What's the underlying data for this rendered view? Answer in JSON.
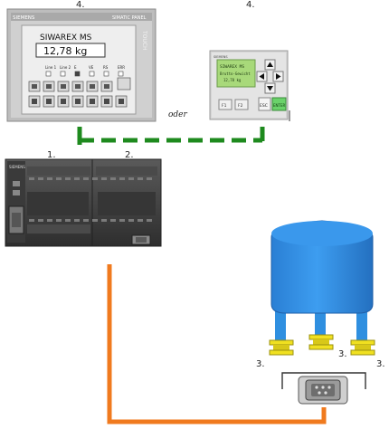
{
  "labels": {
    "panel_num": "4.",
    "text_display_num": "4.",
    "cpu_num": "1.",
    "module_num": "2.",
    "loadcell_left_num": "3.",
    "loadcell_mid_num": "3.",
    "loadcell_right_num": "3.",
    "or_label": "oder"
  },
  "touch_panel": {
    "brand": "SIEMENS",
    "model": "SIMATIC PANEL",
    "side_text": "TOUCH",
    "title": "SIWAREX MS",
    "value": "12,78 kg",
    "key_labels": [
      "Line 1",
      "Line 2",
      "E",
      "VE",
      "RS",
      "ERR"
    ]
  },
  "text_display": {
    "brand": "SIEMENS",
    "screen_line1": "SIWAREX MS",
    "screen_line2": "Brutto-Gewicht",
    "screen_line3": "12,78 kg",
    "key_esc": "ESC",
    "key_enter": "ENTER",
    "key_f1": "F1",
    "key_f2": "F2"
  },
  "plc": {
    "brand": "SIEMENS"
  },
  "colors": {
    "profibus": "#1e8a1e",
    "weigh_cable": "#f07a1e",
    "tank": "#2f8fe0",
    "loadcell": "#f0e020"
  }
}
